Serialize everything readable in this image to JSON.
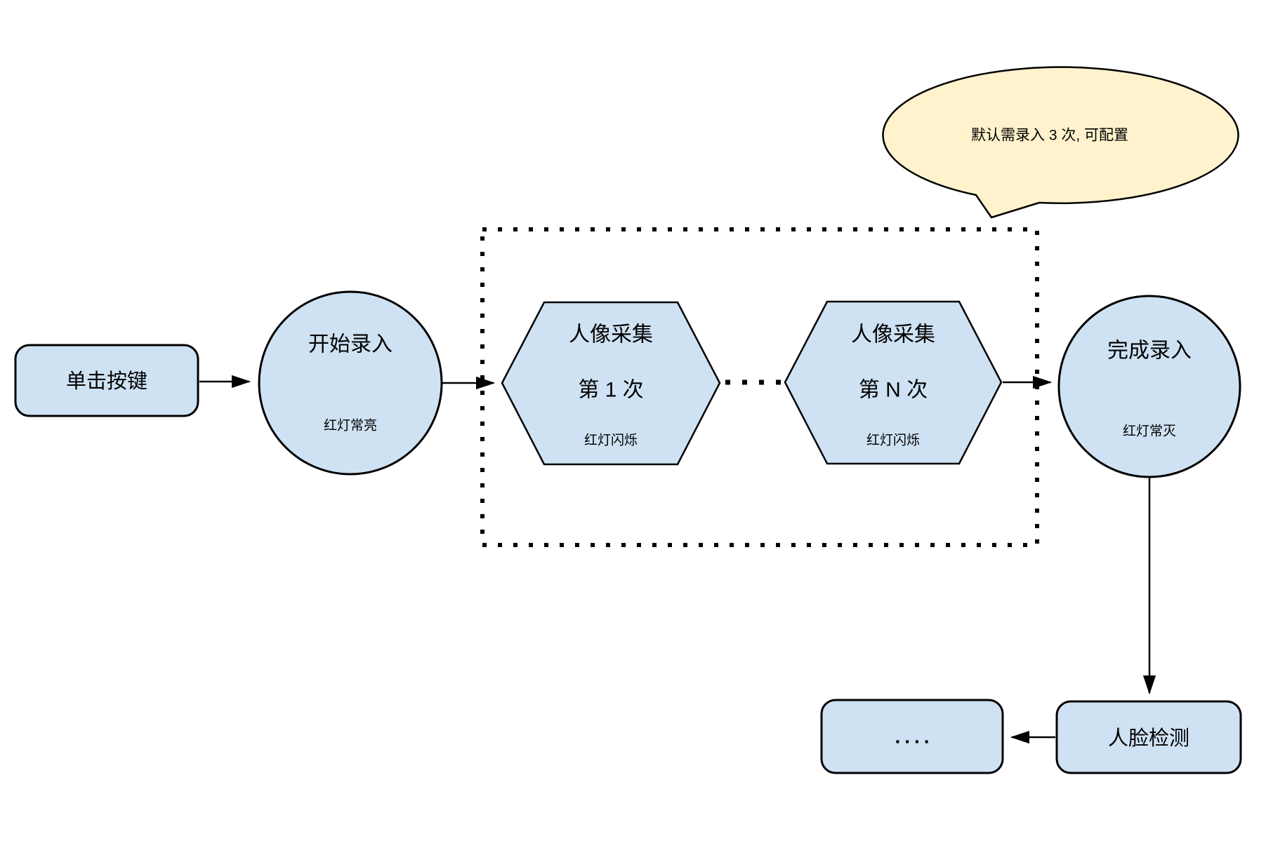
{
  "diagram": {
    "kind": "flowchart",
    "colors": {
      "node_fill": "#cfe2f3",
      "node_stroke": "#000000",
      "bubble_fill": "#fff2cc",
      "arrow": "#000000",
      "background": "#ffffff"
    },
    "bubble": {
      "text": "默认需录入 3 次, 可配置"
    },
    "nodes": {
      "click_button": {
        "label": "单击按键"
      },
      "start_enroll": {
        "label": "开始录入",
        "status": "红灯常亮"
      },
      "capture_1": {
        "line1": "人像采集",
        "line2": "第 1 次",
        "status": "红灯闪烁"
      },
      "capture_n": {
        "line1": "人像采集",
        "line2": "第 N 次",
        "status": "红灯闪烁"
      },
      "finish_enroll": {
        "label": "完成录入",
        "status": "红灯常灭"
      },
      "face_detect": {
        "label": "人脸检测"
      },
      "more": {
        "label": "...."
      }
    }
  }
}
